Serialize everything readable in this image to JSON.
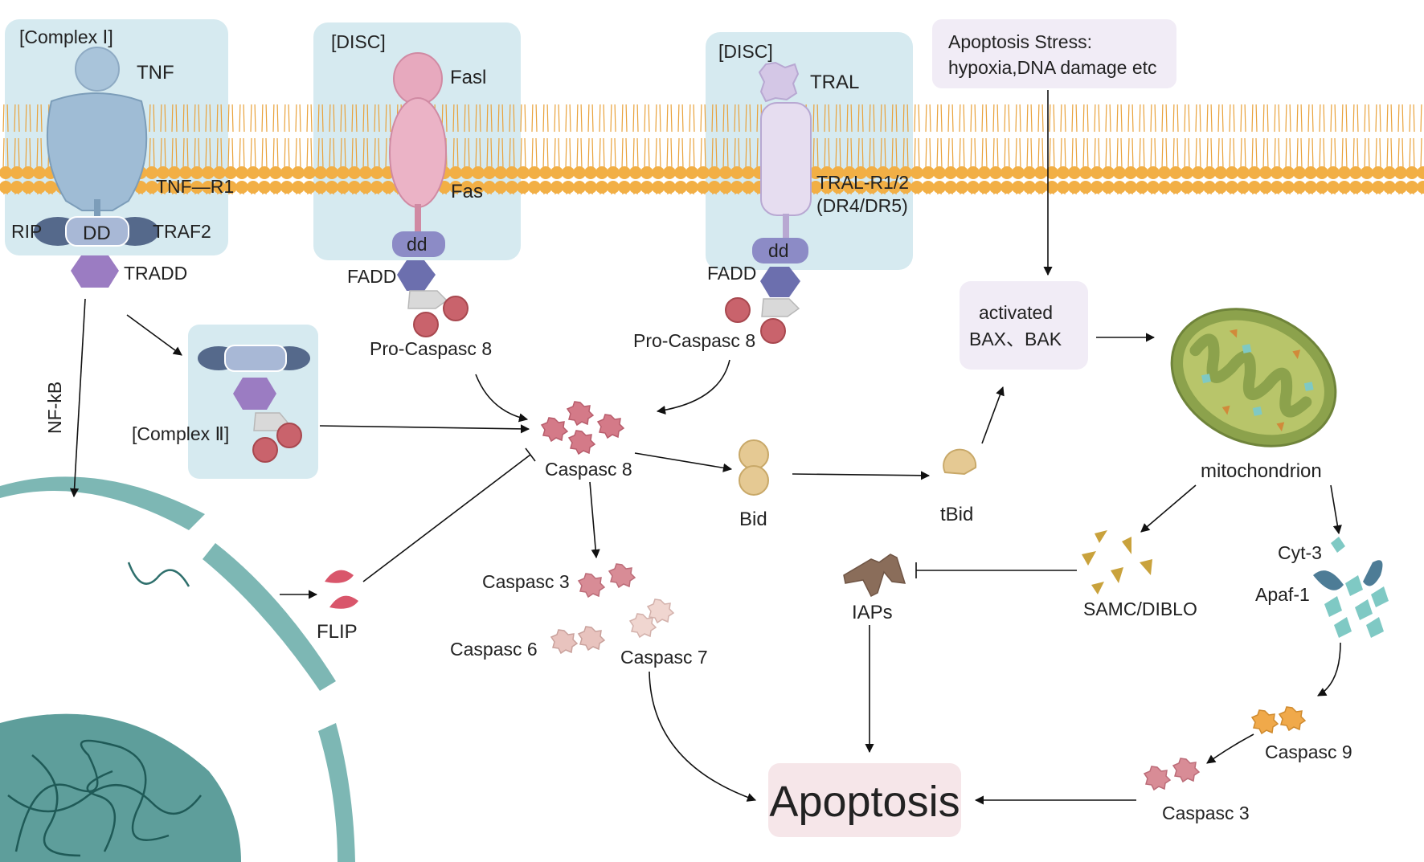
{
  "colors": {
    "membrane": "#F2AF45",
    "membrane_dark": "#E29A2B",
    "panel": "#D6EAF0",
    "receptor_blue": "#9FBCD5",
    "fas_pink": "#E7A9BE",
    "tral_lavender": "#E6DDF0",
    "tradd_purple": "#9B7CC2",
    "fadd_purple": "#8387BD",
    "dd_purple": "#8C8BC6",
    "procaspase_red": "#C9636C",
    "caspase8": "#D47A88",
    "caspase3": "#D88C96",
    "caspase_light": "#E8C3BE",
    "caspase9": "#F0A94A",
    "bid": "#E5C993",
    "mito_outer": "#8CA24C",
    "mito_inner": "#B8C56A",
    "smac": "#C9A23C",
    "cyt": "#7FC9C4",
    "iaps": "#8A6D5A",
    "flip": "#D9566B",
    "nucleus": "#7DB7B4",
    "nucleus_inner": "#5E9E9B",
    "stress_box": "#F1ECF6",
    "bax_box": "#F1ECF6",
    "apoptosis_box": "#F6E6E9"
  },
  "icons": [
    "tnf-ligand-icon",
    "tnf-receptor-icon",
    "fas-ligand-icon",
    "fas-receptor-icon",
    "tral-ligand-icon",
    "tral-receptor-icon",
    "mitochondrion-icon",
    "nucleus-icon",
    "dna-icon",
    "caspase-icon",
    "bid-icon",
    "tbid-icon",
    "iaps-icon",
    "flip-icon",
    "smac-icon",
    "cytochrome-icon",
    "apaf-icon"
  ],
  "labels": {
    "complex1_title": "[Complex Ⅰ]",
    "tnf": "TNF",
    "tnf_r1": "TNF—R1",
    "rip": "RIP",
    "dd_complex1": "DD",
    "traf2": "TRAF2",
    "tradd": "TRADD",
    "disc1_title": "[DISC]",
    "fasl": "Fasl",
    "fas": "Fas",
    "dd_disc1": "dd",
    "fadd1": "FADD",
    "pro_caspase8_1": "Pro-Caspasc 8",
    "disc2_title": "[DISC]",
    "tral": "TRAL",
    "tral_r_line1": "TRAL-R1/2",
    "tral_r_line2": "(DR4/DR5)",
    "dd_disc2": "dd",
    "fadd2": "FADD",
    "pro_caspase8_2": "Pro-Caspasc 8",
    "stress_line1": "Apoptosis Stress:",
    "stress_line2": "hypoxia,DNA damage etc",
    "bax_line1": "activated",
    "bax_line2": "BAX、BAK",
    "mitochondrion": "mitochondrion",
    "nfkb": "NF-kB",
    "complex2_title": "[Complex Ⅱ]",
    "caspase8": "Caspasc 8",
    "bid": "Bid",
    "tbid": "tBid",
    "flip": "FLIP",
    "caspase3_left": "Caspasc 3",
    "caspase6": "Caspasc 6",
    "caspase7": "Caspasc 7",
    "iaps": "IAPs",
    "smac": "SAMC/DIBLO",
    "cyt3": "Cyt-3",
    "apaf1": "Apaf-1",
    "caspase9": "Caspasc 9",
    "caspase3_right": "Caspasc 3",
    "apoptosis": "Apoptosis"
  }
}
